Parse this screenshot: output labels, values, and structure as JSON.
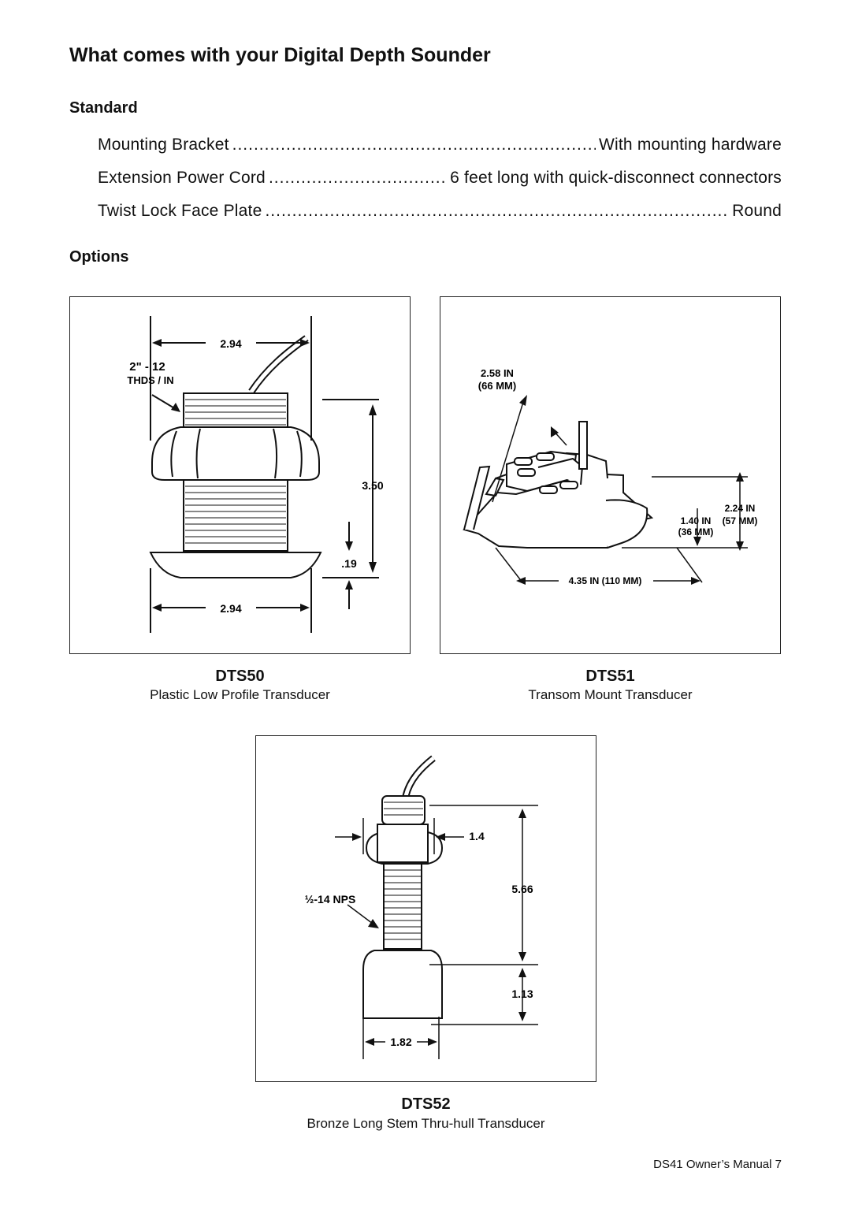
{
  "title": "What comes with your Digital Depth Sounder",
  "standard": {
    "heading": "Standard",
    "items": [
      {
        "label": "Mounting Bracket",
        "value": "With mounting hardware"
      },
      {
        "label": "Extension Power Cord",
        "value": "6 feet long with quick-disconnect connectors"
      },
      {
        "label": "Twist Lock Face Plate",
        "value": "Round"
      }
    ]
  },
  "options": {
    "heading": "Options",
    "transducers": [
      {
        "model": "DTS50",
        "description": "Plastic Low Profile Transducer",
        "labels": {
          "top_width": "2.94",
          "thread": "2\" - 12",
          "thread_unit": "THDS / IN",
          "height": "3.50",
          "flange": ".19",
          "bottom_width": "2.94"
        }
      },
      {
        "model": "DTS51",
        "description": "Transom Mount Transducer",
        "labels": {
          "top_in": "2.58 IN",
          "top_mm": "(66 MM)",
          "h1_in": "2.24 IN",
          "h1_mm": "(57 MM)",
          "h2_in": "1.40 IN",
          "h2_mm": "(36 MM)",
          "length": "4.35 IN  (110 MM)"
        }
      },
      {
        "model": "DTS52",
        "description": "Bronze Long Stem Thru-hull Transducer",
        "labels": {
          "nut": "1.4",
          "thread": "½-14 NPS",
          "height": "5.66",
          "base_height": "1.13",
          "base_width": "1.82"
        }
      }
    ]
  },
  "footer": {
    "manual": "DS41 Owner’s Manual",
    "page": "7"
  }
}
